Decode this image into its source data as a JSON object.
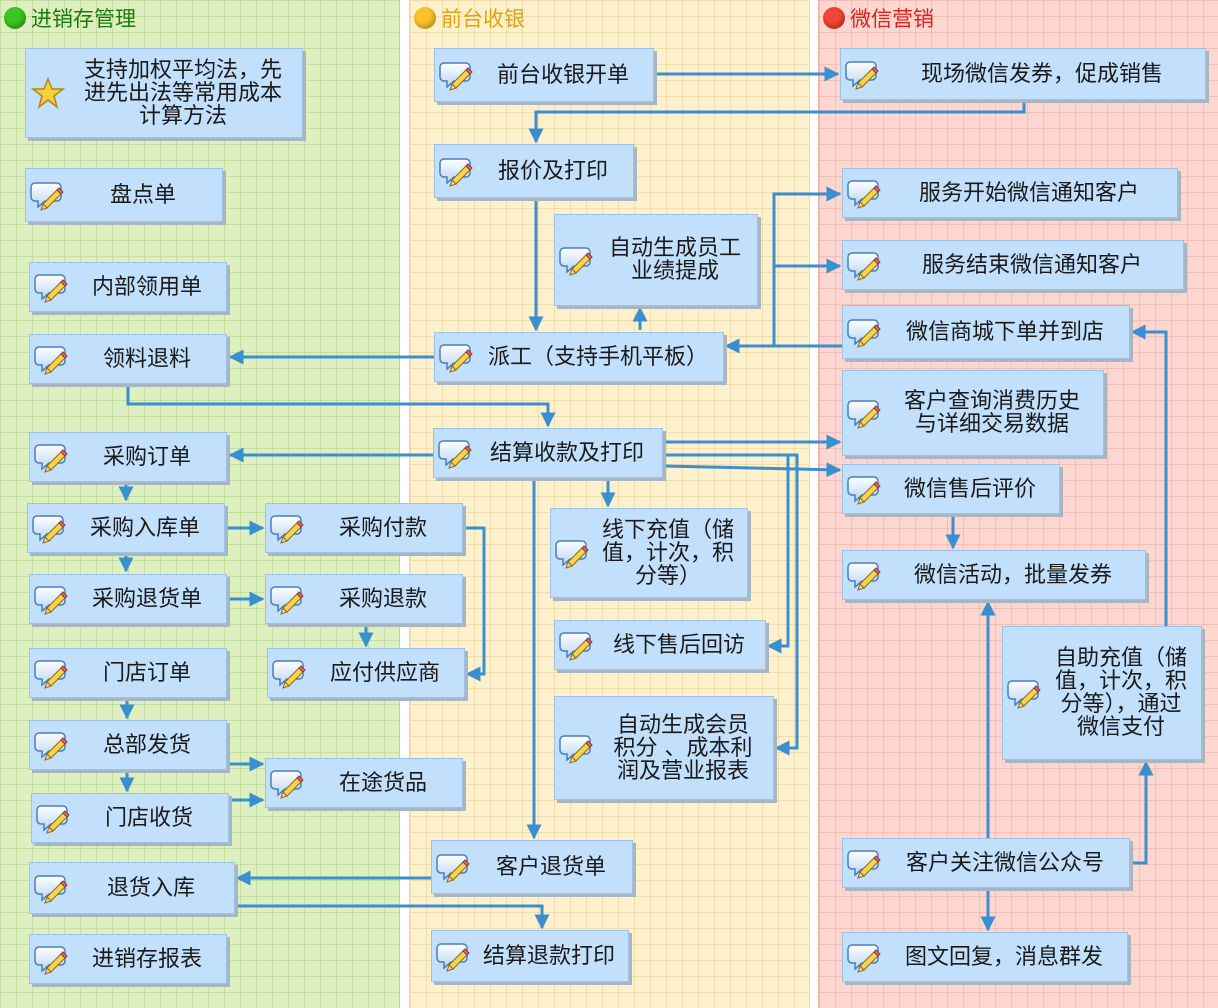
{
  "colors": {
    "lane_green": "#dff0c0",
    "lane_yellow": "#fdf0cc",
    "lane_red": "#fdd6d0",
    "arrow": "#3a8fd0",
    "node_fill": "#c2dffc"
  },
  "lanes": [
    {
      "title": "进销存管理",
      "title_color": "#1c7a0c",
      "dot_color": "#3cc422"
    },
    {
      "title": "前台收银",
      "title_color": "#e0a40c",
      "dot_color": "#fcc22a"
    },
    {
      "title": "微信营销",
      "title_color": "#e0201a",
      "dot_color": "#f24432"
    }
  ],
  "nodes": [
    {
      "id": "cost",
      "label": "支持加权平均法，先\n进先出法等常用成本\n计算方法",
      "icon": "star-icon"
    },
    {
      "id": "stocktake",
      "label": "盘点单",
      "icon": "note-pencil-icon"
    },
    {
      "id": "internal-use",
      "label": "内部领用单",
      "icon": "note-pencil-icon"
    },
    {
      "id": "material",
      "label": "领料退料",
      "icon": "note-pencil-icon"
    },
    {
      "id": "po",
      "label": "采购订单",
      "icon": "note-pencil-icon"
    },
    {
      "id": "po-in",
      "label": "采购入库单",
      "icon": "note-pencil-icon"
    },
    {
      "id": "po-ret",
      "label": "采购退货单",
      "icon": "note-pencil-icon"
    },
    {
      "id": "store-order",
      "label": "门店订单",
      "icon": "note-pencil-icon"
    },
    {
      "id": "hq-ship",
      "label": "总部发货",
      "icon": "note-pencil-icon"
    },
    {
      "id": "store-recv",
      "label": "门店收货",
      "icon": "note-pencil-icon"
    },
    {
      "id": "ret-in",
      "label": "退货入库",
      "icon": "note-pencil-icon"
    },
    {
      "id": "inv-report",
      "label": "进销存报表",
      "icon": "note-pencil-icon"
    },
    {
      "id": "po-pay",
      "label": "采购付款",
      "icon": "note-pencil-icon"
    },
    {
      "id": "po-refund",
      "label": "采购退款",
      "icon": "note-pencil-icon"
    },
    {
      "id": "payable",
      "label": "应付供应商",
      "icon": "note-pencil-icon"
    },
    {
      "id": "transit",
      "label": "在途货品",
      "icon": "note-pencil-icon"
    },
    {
      "id": "cashier",
      "label": "前台收银开单",
      "icon": "note-pencil-icon"
    },
    {
      "id": "quote",
      "label": "报价及打印",
      "icon": "note-pencil-icon"
    },
    {
      "id": "commission",
      "label": "自动生成员工\n业绩提成",
      "icon": "note-pencil-icon"
    },
    {
      "id": "dispatch",
      "label": "派工（支持手机平板）",
      "icon": "note-pencil-icon"
    },
    {
      "id": "settle",
      "label": "结算收款及打印",
      "icon": "note-pencil-icon"
    },
    {
      "id": "recharge",
      "label": "线下充值（储\n值，计次，积\n分等）",
      "icon": "note-pencil-icon"
    },
    {
      "id": "revisit",
      "label": "线下售后回访",
      "icon": "note-pencil-icon"
    },
    {
      "id": "points",
      "label": "自动生成会员\n积分 、成本利\n润及营业报表",
      "icon": "note-pencil-icon"
    },
    {
      "id": "cust-ret",
      "label": "客户退货单",
      "icon": "note-pencil-icon"
    },
    {
      "id": "refund-print",
      "label": "结算退款打印",
      "icon": "note-pencil-icon"
    },
    {
      "id": "coupon",
      "label": "现场微信发券，促成销售",
      "icon": "note-pencil-icon"
    },
    {
      "id": "svc-start",
      "label": "服务开始微信通知客户",
      "icon": "note-pencil-icon"
    },
    {
      "id": "svc-end",
      "label": "服务结束微信通知客户",
      "icon": "note-pencil-icon"
    },
    {
      "id": "mall",
      "label": "微信商城下单并到店",
      "icon": "note-pencil-icon"
    },
    {
      "id": "history",
      "label": "客户查询消费历史\n与详细交易数据",
      "icon": "note-pencil-icon"
    },
    {
      "id": "review",
      "label": "微信售后评价",
      "icon": "note-pencil-icon"
    },
    {
      "id": "campaign",
      "label": "微信活动，批量发券",
      "icon": "note-pencil-icon"
    },
    {
      "id": "self-recharge",
      "label": "自助充值（储\n值，计次，积\n分等），通过\n微信支付",
      "icon": "note-pencil-icon"
    },
    {
      "id": "follow",
      "label": "客户关注微信公众号",
      "icon": "note-pencil-icon"
    },
    {
      "id": "broadcast",
      "label": "图文回复，消息群发",
      "icon": "note-pencil-icon"
    }
  ]
}
